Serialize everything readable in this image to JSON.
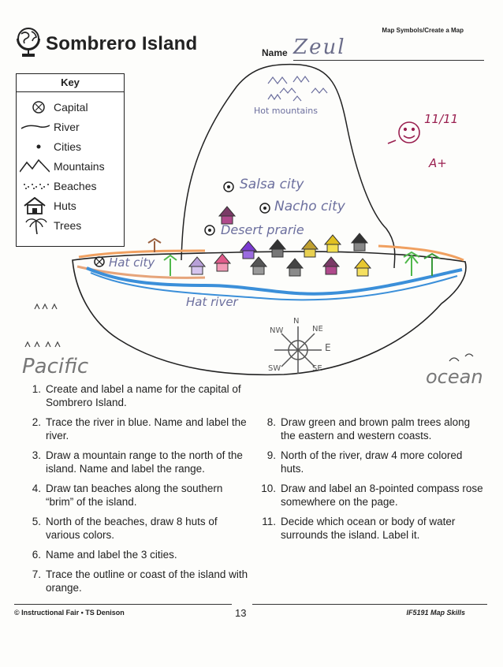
{
  "header": {
    "title": "Sombrero Island",
    "series_label": "Map Symbols/Create a Map",
    "name_label": "Name",
    "name_value": "Zeul"
  },
  "key": {
    "title": "Key",
    "items": [
      {
        "icon": "capital-icon",
        "label": "Capital"
      },
      {
        "icon": "river-icon",
        "label": "River"
      },
      {
        "icon": "city-dot-icon",
        "label": "Cities"
      },
      {
        "icon": "mountains-icon",
        "label": "Mountains"
      },
      {
        "icon": "beach-dots-icon",
        "label": "Beaches"
      },
      {
        "icon": "hut-icon",
        "label": "Huts"
      },
      {
        "icon": "palm-tree-icon",
        "label": "Trees"
      }
    ]
  },
  "map": {
    "mountains_label": "Hot mountains",
    "cities": [
      "Salsa city",
      "Nacho city",
      "Desert prarie"
    ],
    "capital_label": "Hat city",
    "river_label": "Hat river",
    "ocean_left": "Pacific",
    "ocean_right": "ocean",
    "grade": "A+",
    "date": "11/11",
    "compass": [
      "N",
      "NE",
      "E",
      "SE",
      "SW",
      "NW"
    ],
    "colors": {
      "river": "#3b8fd9",
      "beach": "#e6a47a",
      "mountain_pencil": "#6c6f9e",
      "orange": "#f0a060",
      "green": "#4fb84a",
      "teacher_red": "#9a2050"
    }
  },
  "instructions": [
    {
      "num": "1.",
      "text": "Create and label a name for the capital of Sombrero Island."
    },
    {
      "num": "2.",
      "text": "Trace the river in blue. Name and label the river."
    },
    {
      "num": "3.",
      "text": "Draw a mountain range to the north of the island. Name and label the range."
    },
    {
      "num": "4.",
      "text": "Draw tan beaches along the southern “brim” of the island."
    },
    {
      "num": "5.",
      "text": "North of the beaches, draw 8 huts of various colors."
    },
    {
      "num": "6.",
      "text": "Name and label the 3 cities."
    },
    {
      "num": "7.",
      "text": "Trace the outline or coast of the island with orange."
    },
    {
      "num": "8.",
      "text": "Draw green and brown palm trees along the eastern and western coasts."
    },
    {
      "num": "9.",
      "text": "North of the river, draw 4 more colored huts."
    },
    {
      "num": "10.",
      "text": "Draw and label an 8-pointed compass rose somewhere on the page."
    },
    {
      "num": "11.",
      "text": "Decide which ocean or body of water surrounds the island. Label it."
    }
  ],
  "footer": {
    "publisher": "© Instructional Fair • TS Denison",
    "page_number": "13",
    "product": "IF5191 Map Skills"
  }
}
